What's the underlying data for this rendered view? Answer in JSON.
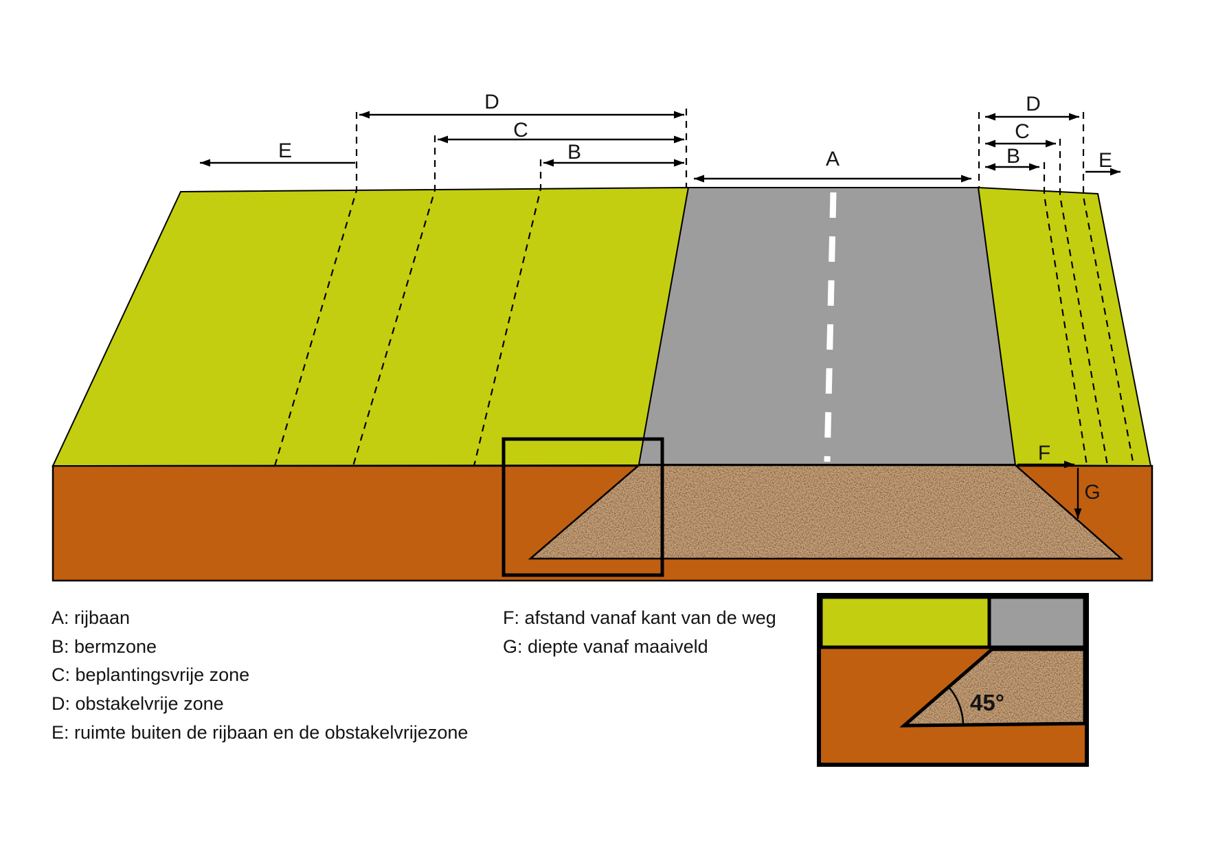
{
  "labels": {
    "a": "A",
    "b": "B",
    "c": "C",
    "d": "D",
    "e": "E",
    "f": "F",
    "g": "G",
    "angle": "45°"
  },
  "legend": {
    "left": [
      "A: rijbaan",
      "B: bermzone",
      "C: beplantingsvrije zone",
      "D: obstakelvrije zone",
      "E: ruimte buiten de rijbaan en de obstakelvrijezone"
    ],
    "right": [
      "F: afstand vanaf kant van de weg",
      "G: diepte vanaf maaiveld"
    ]
  },
  "colors": {
    "verge_green": "#c3ce10",
    "road_gray": "#9d9d9d",
    "soil_brown": "#c05f10",
    "sand_tan": "#c9a47e",
    "outline": "#000000",
    "centerline": "#ffffff"
  }
}
